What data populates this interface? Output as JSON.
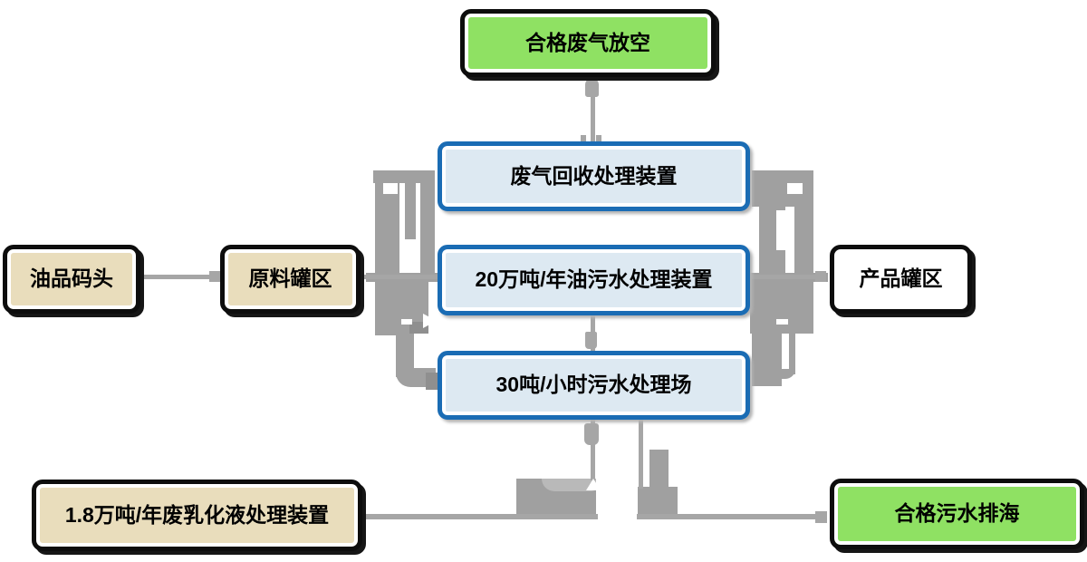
{
  "nodes": {
    "vent": {
      "label": "合格废气放空"
    },
    "gas_recovery": {
      "label": "废气回收处理装置"
    },
    "oily_water": {
      "label": "20万吨/年油污水处理装置"
    },
    "sewage_plant": {
      "label": "30吨/小时污水处理场"
    },
    "oil_dock": {
      "label": "油品码头"
    },
    "raw_tank": {
      "label": "原料罐区"
    },
    "product_tank": {
      "label": "产品罐区"
    },
    "emulsion_plant": {
      "label": "1.8万吨/年废乳化液处理装置"
    },
    "sea_discharge": {
      "label": "合格污水排海"
    }
  },
  "colors": {
    "green": "#8fe163",
    "tan": "#e9ddbc",
    "blue_border": "#1a6cb4",
    "blue_fill": "#dde9f2",
    "line_gray": "#a6a6a6",
    "factory_gray": "#a0a0a0",
    "factory_light": "#b9b9b9",
    "factory_dark": "#8f8f8f"
  }
}
